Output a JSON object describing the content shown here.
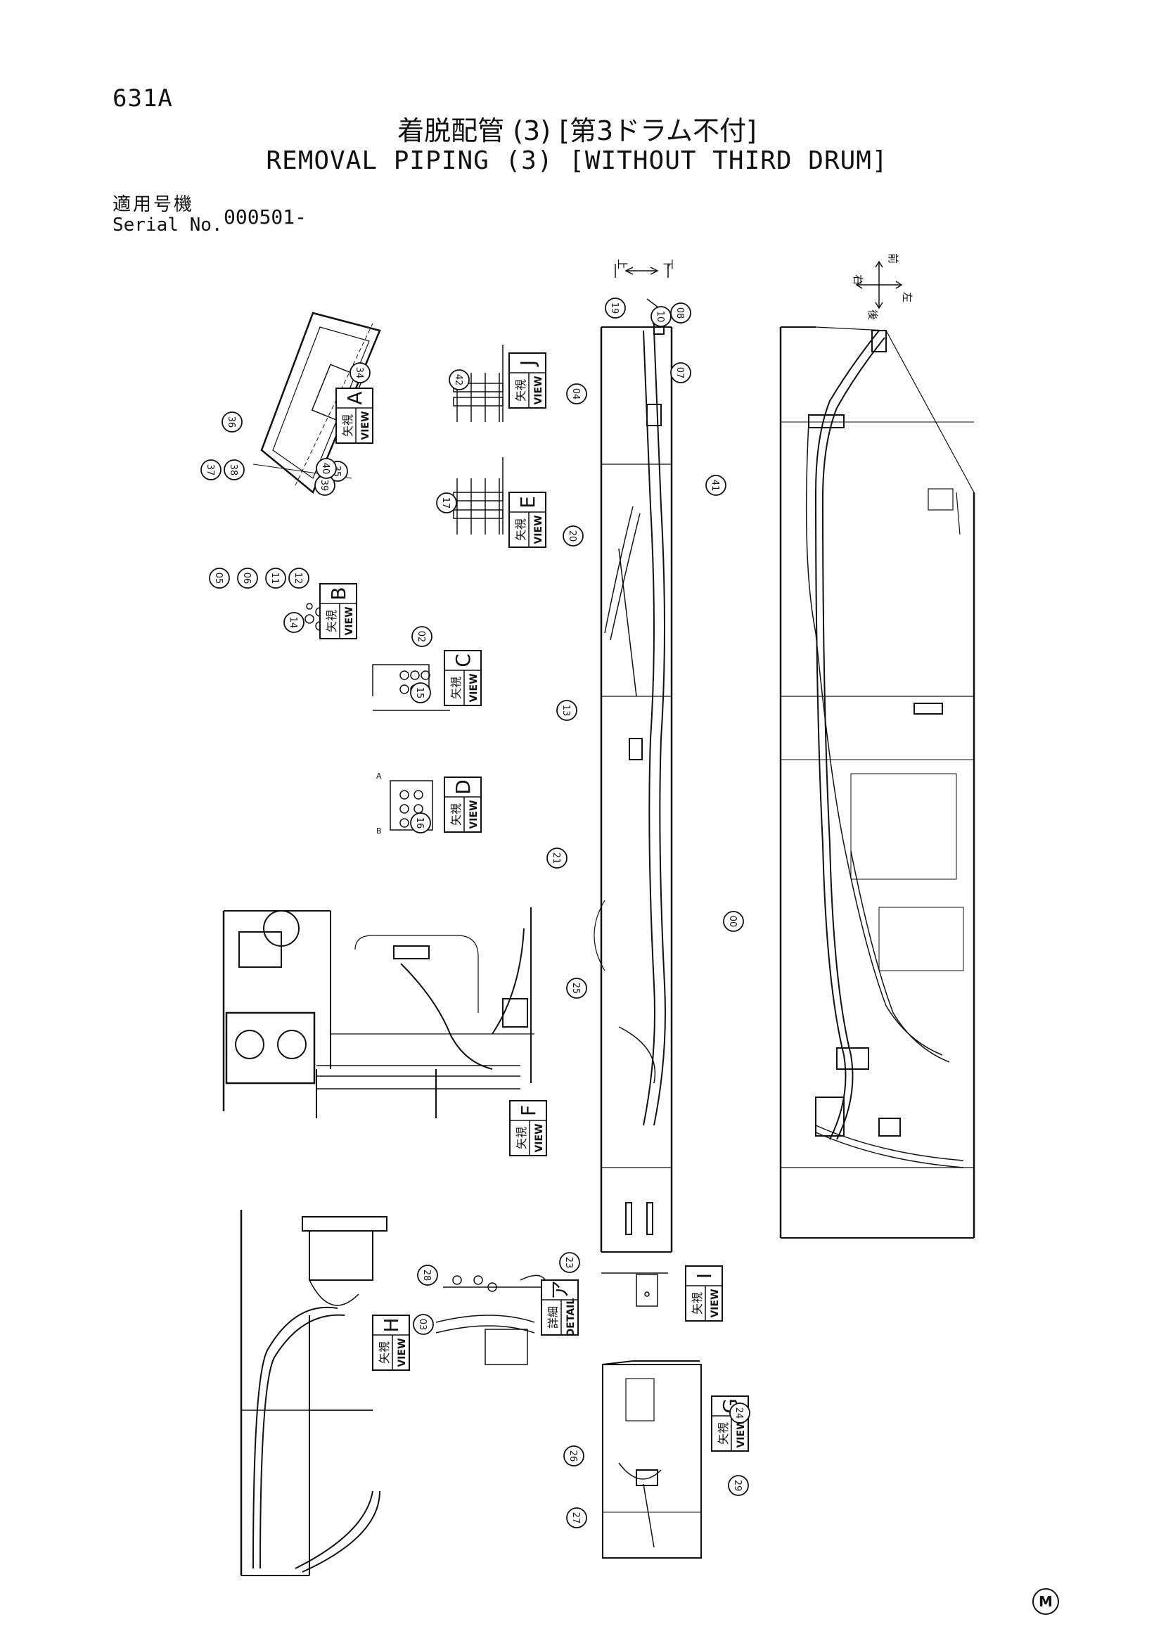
{
  "page": {
    "number": "631A"
  },
  "title": {
    "japanese": "着脱配管 (3) [第3ドラム不付]",
    "english": "REMOVAL PIPING (3) [WITHOUT THIRD DRUM]"
  },
  "serial": {
    "label_ja": "適用号機",
    "label_en": "Serial No.",
    "value": "000501-"
  },
  "views": [
    {
      "id": "A",
      "ja": "矢視",
      "en": "VIEW",
      "letter": "A"
    },
    {
      "id": "J",
      "ja": "矢視",
      "en": "VIEW",
      "letter": "J"
    },
    {
      "id": "E",
      "ja": "矢視",
      "en": "VIEW",
      "letter": "E"
    },
    {
      "id": "B",
      "ja": "矢視",
      "en": "VIEW",
      "letter": "B"
    },
    {
      "id": "C",
      "ja": "矢視",
      "en": "VIEW",
      "letter": "C"
    },
    {
      "id": "D",
      "ja": "矢視",
      "en": "VIEW",
      "letter": "D"
    },
    {
      "id": "F",
      "ja": "矢視",
      "en": "VIEW",
      "letter": "F"
    },
    {
      "id": "H",
      "ja": "矢視",
      "en": "VIEW",
      "letter": "H"
    },
    {
      "id": "DETAIL",
      "ja": "詳細",
      "en": "DETAIL",
      "letter": "ア"
    },
    {
      "id": "I",
      "ja": "矢視",
      "en": "VIEW",
      "letter": "I"
    },
    {
      "id": "G",
      "ja": "矢視",
      "en": "VIEW",
      "letter": "G"
    }
  ],
  "directions": {
    "up": "上",
    "down": "下",
    "front": "前",
    "rear": "後",
    "right": "右",
    "left": "左"
  },
  "port_letters": {
    "a": "A",
    "b": "B"
  },
  "callouts": [
    "36",
    "37",
    "38",
    "34",
    "35",
    "39",
    "40",
    "42",
    "17",
    "05",
    "06",
    "11",
    "12",
    "14",
    "02",
    "15",
    "16",
    "13",
    "20",
    "21",
    "25",
    "00",
    "19",
    "10",
    "08",
    "07",
    "04",
    "41",
    "23",
    "28",
    "03",
    "24",
    "26",
    "27",
    "29"
  ],
  "corner_mark": "M"
}
